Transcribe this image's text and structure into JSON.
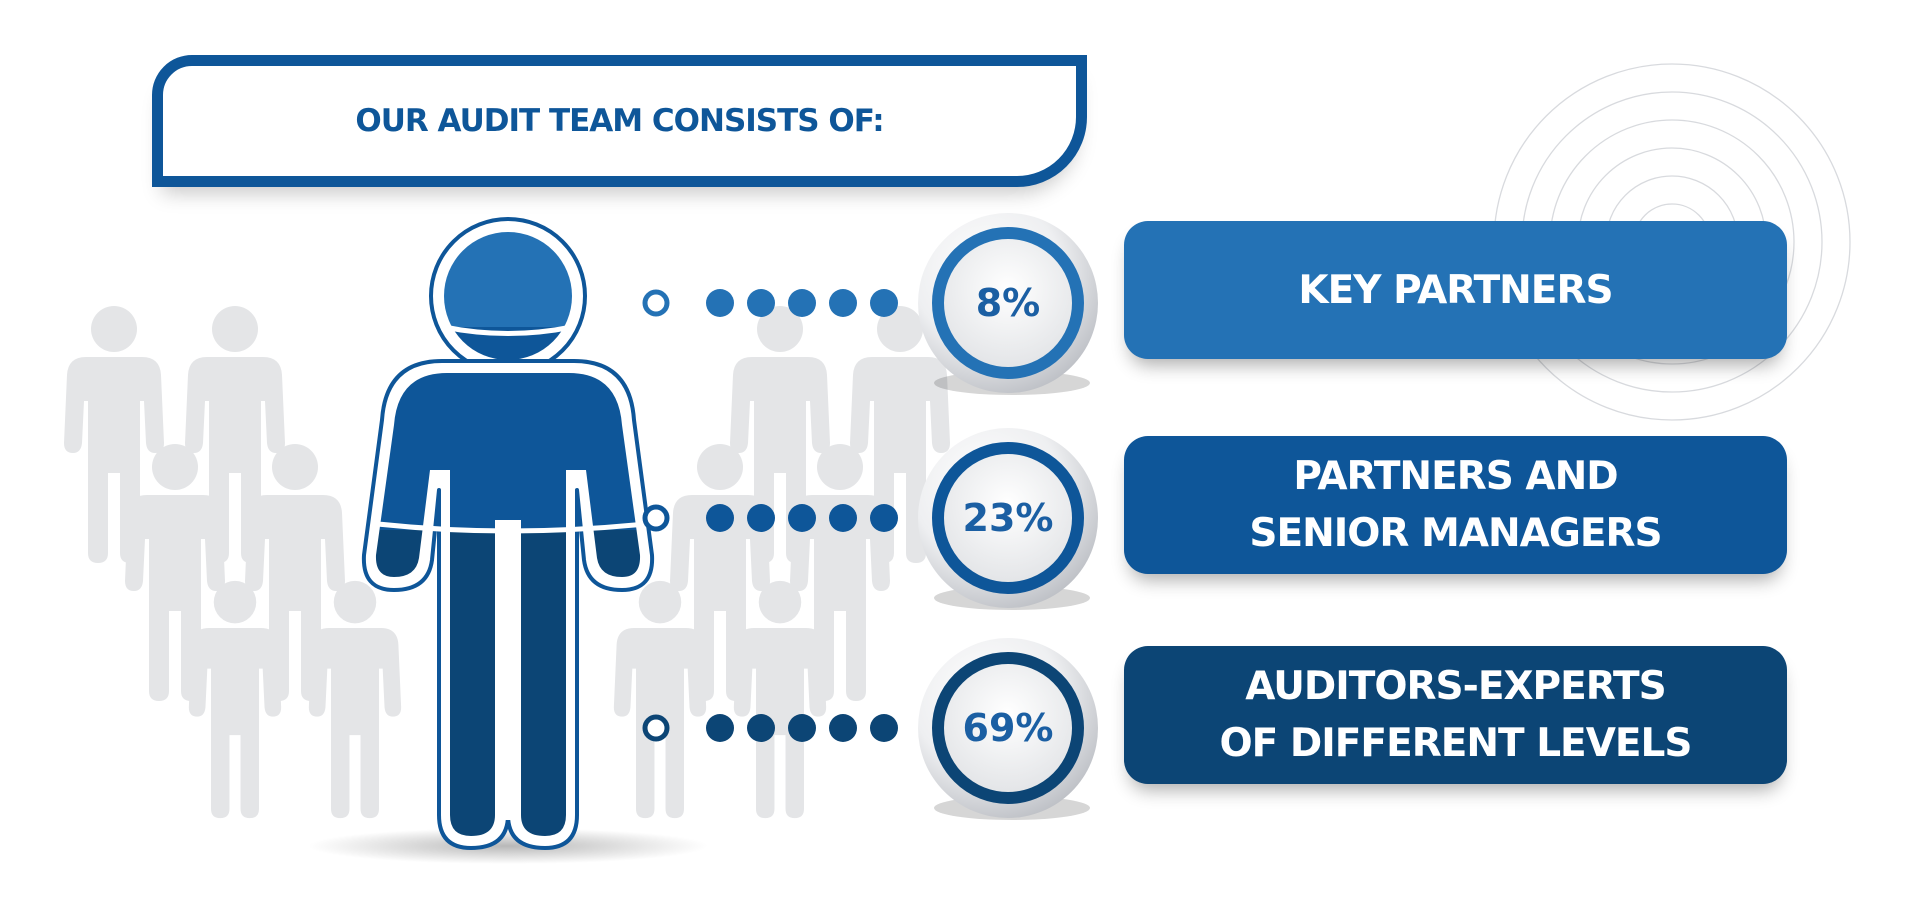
{
  "title": "OUR AUDIT TEAM CONSISTS OF:",
  "colors": {
    "blue_light": "#2472b5",
    "blue_mid": "#0e5699",
    "blue_dark": "#0c4575",
    "crowd_gray": "#e4e5e7"
  },
  "icons": {
    "main_figure": "person-icon",
    "background_people": "person-icon",
    "connector": "dotted-line",
    "badge": "percent-circle"
  },
  "items": [
    {
      "percent": "8%",
      "label_lines": [
        "KEY PARTNERS"
      ],
      "color": "#2472b5"
    },
    {
      "percent": "23%",
      "label_lines": [
        "PARTNERS AND",
        "SENIOR MANAGERS"
      ],
      "color": "#0e5699"
    },
    {
      "percent": "69%",
      "label_lines": [
        "AUDITORS-EXPERTS",
        "OF DIFFERENT LEVELS"
      ],
      "color": "#0c4575"
    }
  ]
}
